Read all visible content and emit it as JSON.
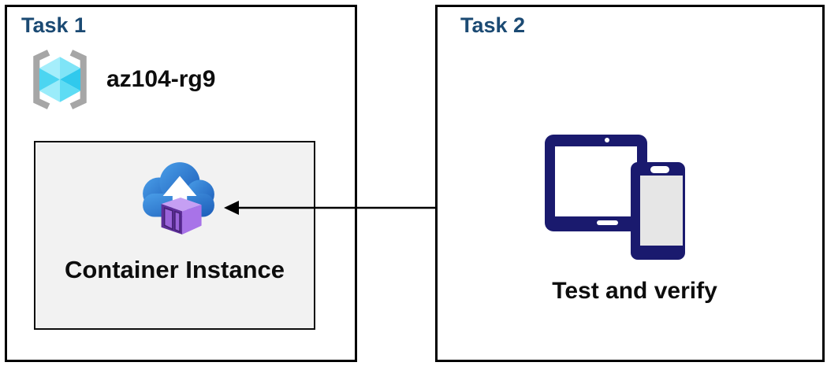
{
  "task1": {
    "title": "Task 1",
    "resource_group_name": "az104-rg9",
    "container_label": "Container Instance"
  },
  "task2": {
    "title": "Task 2",
    "label": "Test and verify"
  },
  "icons": {
    "resource_group": "resource-group-brackets-cube-icon",
    "container_instance": "cloud-upload-container-icon",
    "devices": "tablet-and-phone-icon",
    "connector": "left-arrow-connector"
  },
  "colors": {
    "title_blue": "#1B4A73",
    "device_navy": "#1A1A6E",
    "inner_box_bg": "#F2F2F2",
    "ink": "#0D0D0D",
    "cloud_blue_light": "#4A9EE8",
    "cloud_blue_dark": "#1C5CB8",
    "container_purple_side": "#A873E8",
    "container_purple_front": "#5E2E9A",
    "container_purple_top": "#C59FF3",
    "cube_cyan": "#4CD5F1",
    "bracket_gray": "#A6A6A6"
  }
}
